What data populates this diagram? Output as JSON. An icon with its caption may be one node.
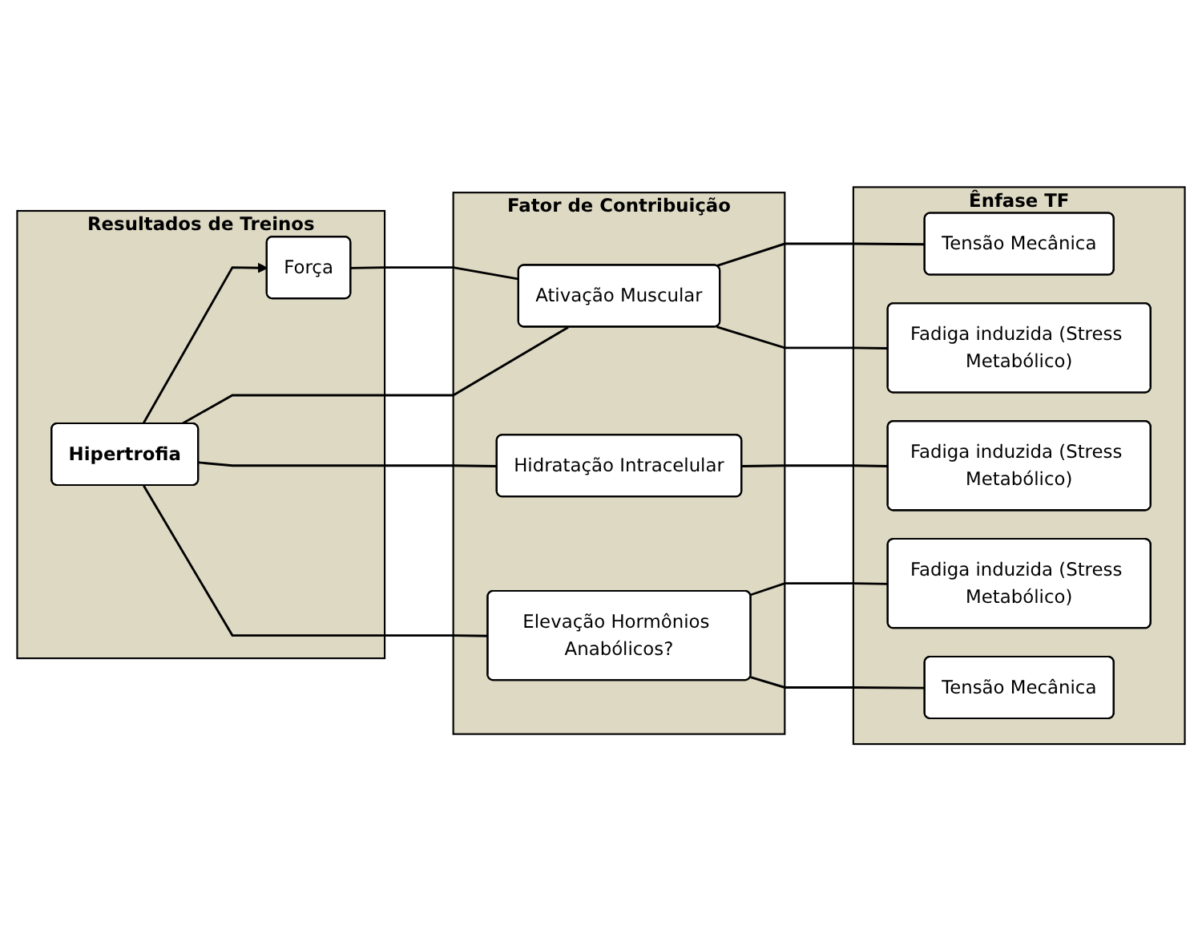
{
  "diagram": {
    "nodes": [
      {
        "text": [
          "Resultados de Treinos"
        ]
      },
      {
        "text": [
          "Força"
        ],
        "in": 0
      },
      {
        "text": [
          "Hipertrofia"
        ],
        "in": 0
      },
      {
        "text": [
          "Fator de Contribuição"
        ]
      },
      {
        "text": [
          "Ativação Muscular"
        ],
        "in": 3
      },
      {
        "text": [
          "Hidratação Intracelular"
        ],
        "in": 3
      },
      {
        "text": [
          "Elevação Hormônios Anabólicos?"
        ],
        "in": 3
      },
      {
        "text": [
          "Ênfase TF"
        ]
      },
      {
        "text": [
          "Tensão Mecânica"
        ],
        "in": 7
      },
      {
        "text": [
          "Fadiga induzida (Stress Metabólico)"
        ],
        "in": 7
      },
      {
        "text": [
          "Fadiga induzida (Stress Metabólico)"
        ],
        "in": 7
      },
      {
        "text": [
          "Fadiga induzida (Stress Metabólico)"
        ],
        "in": 7
      },
      {
        "text": [
          "Tensão Mecânica"
        ],
        "in": 7
      }
    ],
    "edges": [
      {
        "from": 2,
        "to": 1,
        "arrow": "to"
      },
      {
        "from": 1,
        "to": 4,
        "arrow": "none"
      },
      {
        "from": 2,
        "to": 4,
        "arrow": "none"
      },
      {
        "from": 2,
        "to": 5,
        "arrow": "none"
      },
      {
        "from": 2,
        "to": 6,
        "arrow": "none"
      },
      {
        "from": 4,
        "to": 8,
        "arrow": "none"
      },
      {
        "from": 4,
        "to": 9,
        "arrow": "none"
      },
      {
        "from": 5,
        "to": 10,
        "arrow": "none"
      },
      {
        "from": 6,
        "to": 11,
        "arrow": "none"
      },
      {
        "from": 6,
        "to": 12,
        "arrow": "none"
      }
    ]
  }
}
